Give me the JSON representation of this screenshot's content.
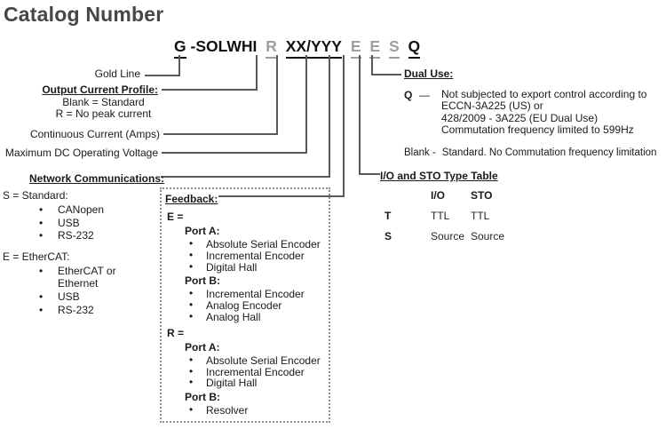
{
  "title": "Catalog Number",
  "catalog_code": {
    "segments": [
      "G",
      "-SOLWHI",
      "R",
      "XX/YYY",
      "E",
      "E",
      "S",
      "Q"
    ]
  },
  "left_labels": {
    "gold_line": "Gold Line",
    "output_current_profile": {
      "heading": "Output Current Profile:",
      "lines": [
        "Blank = Standard",
        "R = No peak current"
      ]
    },
    "continuous_current": "Continuous Current (Amps)",
    "max_dc_voltage": "Maximum  DC Operating Voltage"
  },
  "network_communications": {
    "heading": "Network Communications:",
    "groups": [
      {
        "label": "S = Standard:",
        "items": [
          "CANopen",
          "USB",
          "RS-232"
        ]
      },
      {
        "label": "E = EtherCAT:",
        "items": [
          "EtherCAT or Ethernet",
          "USB",
          "RS-232"
        ]
      }
    ]
  },
  "feedback": {
    "heading": "Feedback:",
    "groups": [
      {
        "label": "E =",
        "ports": [
          {
            "label": "Port A:",
            "items": [
              "Absolute Serial Encoder",
              "Incremental Encoder",
              "Digital Hall"
            ]
          },
          {
            "label": "Port B:",
            "items": [
              "Incremental Encoder",
              "Analog Encoder",
              "Analog Hall"
            ]
          }
        ]
      },
      {
        "label": "R =",
        "ports": [
          {
            "label": "Port A:",
            "items": [
              "Absolute Serial Encoder",
              "Incremental Encoder",
              "Digital Hall"
            ]
          },
          {
            "label": "Port B:",
            "items": [
              "Resolver"
            ]
          }
        ]
      }
    ]
  },
  "dual_use": {
    "heading": "Dual Use:",
    "q_label": "Q",
    "q_dash": "—",
    "q_lines": [
      "Not subjected to export control according to",
      "ECCN-3A225 (US) or",
      "428/2009 - 3A225 (EU Dual Use)",
      "Commutation frequency limited to 599Hz"
    ],
    "blank_label": "Blank -",
    "blank_text": "Standard. No Commutation frequency limitation"
  },
  "io_sto_table": {
    "heading": "I/O and STO Type Table",
    "columns": [
      "I/O",
      "STO"
    ],
    "rows": [
      {
        "key": "T",
        "io": "TTL",
        "sto": "TTL"
      },
      {
        "key": "S",
        "io": "Source",
        "sto": "Source"
      }
    ]
  },
  "colors": {
    "line": "#595959",
    "gray_letter": "#9e9e9e",
    "title": "#464646"
  }
}
